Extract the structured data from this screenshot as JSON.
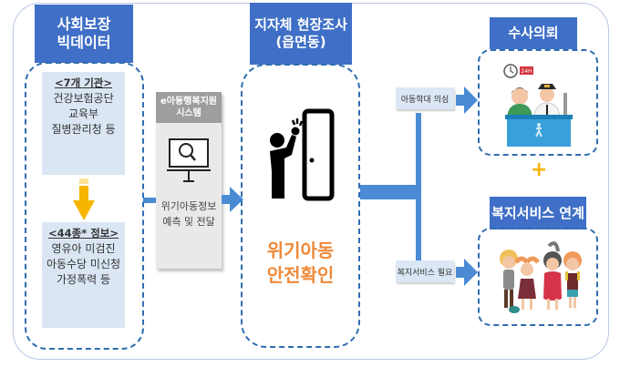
{
  "diagram": {
    "colors": {
      "header_blue": "#3f6fc6",
      "dash_blue": "#2f6db0",
      "arrow_blue": "#4a8bd4",
      "accent_orange": "#ef8a3a",
      "arrow_yellow": "#f7b500"
    },
    "big_data": {
      "header_line1": "사회보장",
      "header_line2": "빅데이터",
      "agencies": {
        "title": "<7개 기관>",
        "items": [
          "건강보험공단",
          "교육부",
          "질병관리청 등"
        ]
      },
      "info": {
        "title": "<44종* 정보>",
        "items": [
          "영유아 미검진",
          "아동수당 미신청",
          "가정폭력 등"
        ]
      },
      "down_arrow_icon": "arrow-down"
    },
    "system": {
      "header_line1": "e아동행복지원",
      "header_line2": "시스템",
      "icon": "monitor-search",
      "text_line1": "위기아동정보",
      "text_line2": "예측 및 전달"
    },
    "local_survey": {
      "header_line1": "지자체 현장조사",
      "header_line2": "(읍면동)",
      "icon": "person-knocking-door",
      "text_line1": "위기아동",
      "text_line2": "안전확인"
    },
    "branches": {
      "abuse": "아동학대 의심",
      "welfare": "복지서비스 필요"
    },
    "investigation": {
      "header": "수사의뢰",
      "badge": "24H",
      "icon": "police-desk"
    },
    "plus": "+",
    "welfare_link": {
      "header": "복지서비스 연계",
      "icon": "children-group"
    }
  }
}
